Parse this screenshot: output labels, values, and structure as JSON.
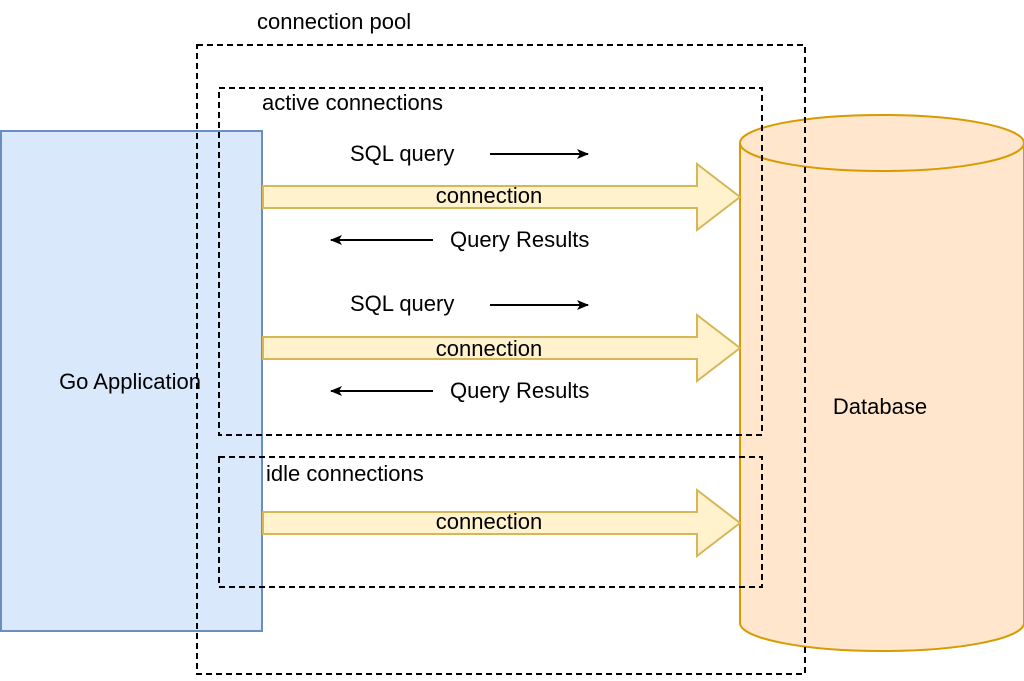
{
  "colors": {
    "app_fill": "#dae8fc",
    "app_stroke": "#6c8ebf",
    "db_fill": "#ffe6cc",
    "db_stroke": "#d79b00",
    "connection_fill": "#fff2cc",
    "connection_stroke": "#d6b656",
    "dashed_stroke": "#000000"
  },
  "labels": {
    "pool": "connection pool",
    "active": "active connections",
    "idle": "idle connections",
    "application": "Go Application",
    "database": "Database"
  },
  "active_connections": [
    {
      "request": "SQL query",
      "connection": "connection",
      "response": "Query Results"
    },
    {
      "request": "SQL query",
      "connection": "connection",
      "response": "Query Results"
    }
  ],
  "idle_connections": [
    {
      "connection": "connection"
    }
  ]
}
